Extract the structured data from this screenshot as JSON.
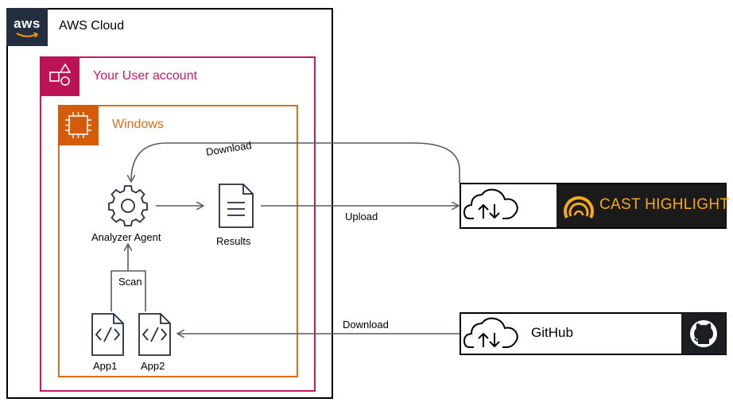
{
  "aws_cloud": {
    "label": "AWS Cloud",
    "logo_text": "aws"
  },
  "user_account": {
    "label": "Your User account"
  },
  "windows": {
    "label": "Windows"
  },
  "nodes": {
    "analyzer_agent": "Analyzer Agent",
    "results": "Results",
    "app1": "App1",
    "app2": "App2"
  },
  "edges": {
    "download_top": "Download",
    "upload": "Upload",
    "scan": "Scan",
    "download_bottom": "Download"
  },
  "external": {
    "cast_highlight": "CAST HIGHLIGHT",
    "github": "GitHub"
  },
  "colors": {
    "aws_dark": "#232f3e",
    "account_pink": "#c7196b",
    "windows_orange": "#d96f1d",
    "cast_orange": "#f7a81b",
    "arrow_gray": "#545b64"
  },
  "icons": [
    "aws-logo",
    "account-icon",
    "chip-icon",
    "gear-icon",
    "document-icon",
    "code-file-icon",
    "cloud-upload-download-icon",
    "cast-highlight-logo",
    "github-icon"
  ]
}
